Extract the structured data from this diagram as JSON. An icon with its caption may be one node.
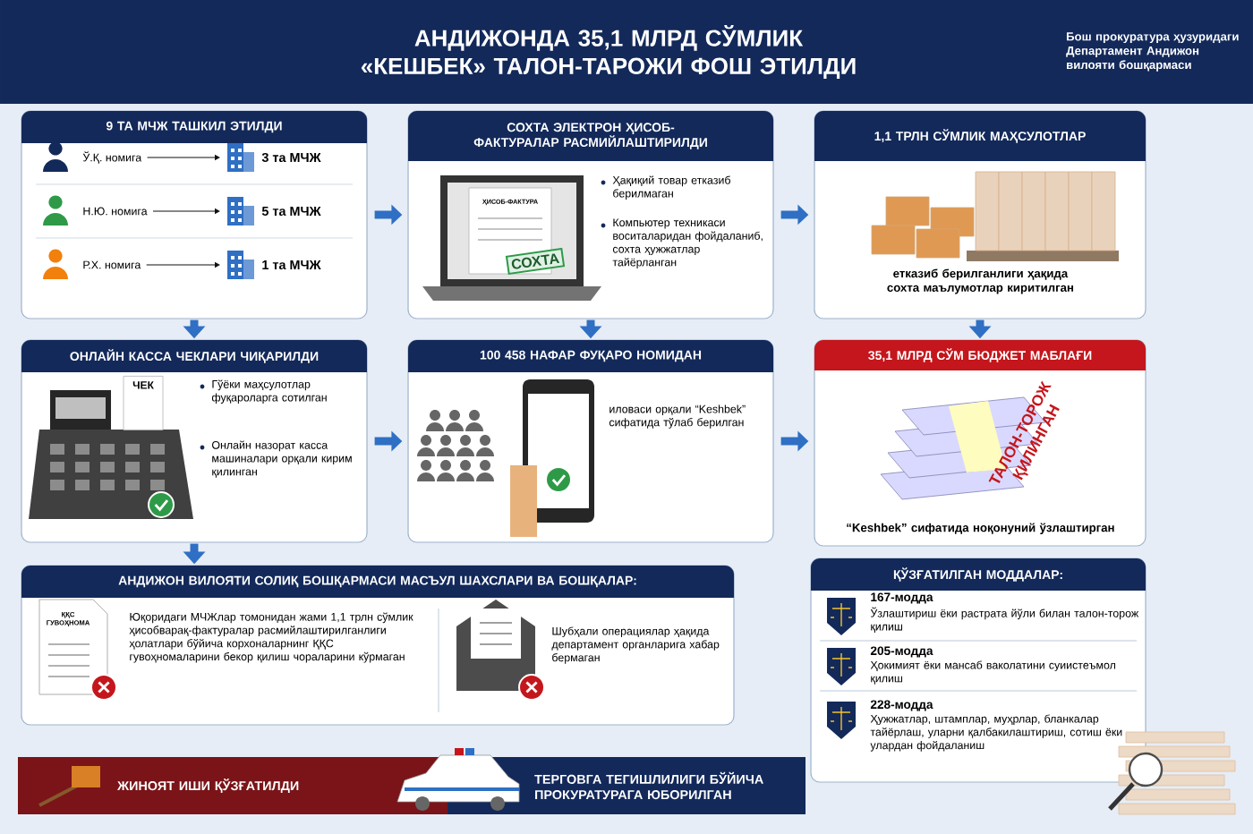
{
  "diagram": {
    "title": "АНДИЖОНДА 35,1 МЛРД СЎМЛИК «КЕШБЕК» ТАЛОН-ТАРОЖИ ФОШ ЭТИЛДИ",
    "nodes": [
      {
        "text": [
          "9 ТА МЧЖ ТАШКИЛ ЭТИЛДИ"
        ]
      },
      {
        "text": [
          "Ў.Қ. номига"
        ],
        "in": 0
      },
      {
        "text": [
          "3 та МЧЖ"
        ],
        "in": 0
      },
      {
        "text": [
          "Н.Ю. номига"
        ],
        "in": 0
      },
      {
        "text": [
          "5 та МЧЖ"
        ],
        "in": 0
      },
      {
        "text": [
          "Р.Х. номига"
        ],
        "in": 0
      },
      {
        "text": [
          "1 та МЧЖ"
        ],
        "in": 0
      },
      {
        "text": [
          "СОХТА ЭЛЕКТРОН ҲИСОБ-ФАКТУРАЛАР РАСМИЙЛАШТИРИЛДИ",
          "Ҳақиқий товар етказиб берилмаган",
          "Компьютер техникаси воситаларидан фойдаланиб, сохта ҳужжатлар тайёрланган"
        ]
      },
      {
        "text": [
          "1,1 ТРЛН СЎМЛИК МАҲСУЛОТЛАР",
          "етказиб берилганлиги ҳақида сохта маълумотлар киритилган"
        ]
      },
      {
        "text": [
          "ОНЛАЙН КАССА ЧЕКЛАРИ ЧИҚАРИЛДИ",
          "Гўёки маҳсулотлар фуқароларга сотилган",
          "Онлайн назорат касса машиналари орқали кирим қилинган"
        ]
      },
      {
        "text": [
          "100 458 НАФАР ФУҚАРО НОМИДАН",
          "иловаси орқали “Keshbek” сифатида тўлаб берилган"
        ]
      },
      {
        "text": [
          "35,1 МЛРД СЎМ БЮДЖЕТ МАБЛАҒИ",
          "“Keshbek” сифатида ноқонуний ўзлаштирган"
        ]
      },
      {
        "text": [
          "АНДИЖОН ВИЛОЯТИ СОЛИҚ БОШҚАРМАСИ МАСЪУЛ ШАХСЛАРИ ВА БОШҚАЛАР:",
          "Юқоридаги МЧЖлар томонидан жами 1,1 трлн сўмлик ҳисобварақ-фактуралар расмийлаштирилганлиги ҳолатлари бўйича корхоналарнинг ҚҚС гувоҳномаларини бекор қилиш чораларини кўрмаган",
          "Шубҳали операциялар ҳақида департамент органларига хабар бермаган"
        ]
      },
      {
        "text": [
          "ҚЎЗҒАТИЛГАН МОДДАЛАР:",
          "167-модда",
          "Ўзлаштириш ёки растрата йўли билан талон-торож қилиш",
          "205-модда",
          "Ҳокимият ёки мансаб ваколатини суиистеъмол қилиш",
          "228-модда",
          "Ҳужжатлар, штамплар, муҳрлар, бланкалар тайёрлаш, уларни қалбакилаштириш, сотиш ёки улардан фойдаланиш"
        ]
      },
      {
        "text": [
          "ЖИНОЯТ ИШИ ҚЎЗҒАТИЛДИ"
        ]
      },
      {
        "text": [
          "ТЕРГОВГА ТЕГИШЛИЛИГИ БЎЙИЧА ПРОКУРАТУРАГА ЮБОРИЛГАН"
        ]
      }
    ],
    "edges": [
      {
        "from": 1,
        "to": 2,
        "arrow": "to",
        "color": "#111111"
      },
      {
        "from": 3,
        "to": 4,
        "arrow": "to",
        "color": "#111111"
      },
      {
        "from": 5,
        "to": 6,
        "arrow": "to",
        "color": "#111111"
      },
      {
        "from": 0,
        "to": 7,
        "arrow": "to"
      },
      {
        "from": 7,
        "to": 8,
        "arrow": "to"
      },
      {
        "from": 0,
        "to": 9,
        "arrow": "to"
      },
      {
        "from": 7,
        "to": 10,
        "arrow": "to"
      },
      {
        "from": 8,
        "to": 11,
        "arrow": "to"
      },
      {
        "from": 9,
        "to": 10,
        "arrow": "to"
      },
      {
        "from": 10,
        "to": 11,
        "arrow": "to"
      },
      {
        "from": 9,
        "to": 12,
        "arrow": "to"
      }
    ],
    "labels": [
      "Бош прокуратура ҳузуридаги Департамент Андижон вилояти бошқармаси",
      "ҲИСОБ-ФАКТУРА",
      "СОХТА",
      "ЧЕК",
      "ТАЛОН-ТОРОЖ ҚИЛИНГАН",
      "ҚҚС ГУВОҲНОМА"
    ]
  }
}
